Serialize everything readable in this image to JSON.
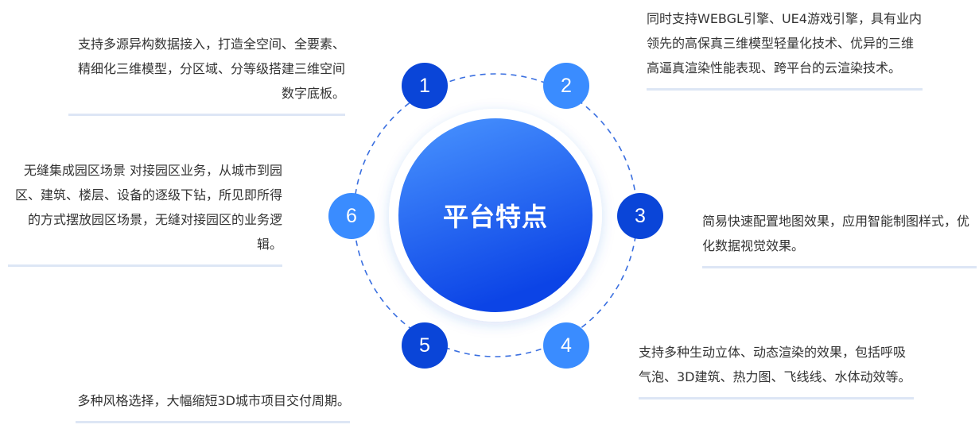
{
  "title": "平台特点",
  "colors": {
    "dark_node": "#0a45d8",
    "light_node": "#3a8cff",
    "ring": "#3a6fe0",
    "underline": "#dde6f5",
    "text": "#333333",
    "center_top": "#3f8cff",
    "center_bottom": "#0d47e8"
  },
  "features": [
    {
      "id": "1",
      "text": "支持多源异构数据接入，打造全空间、全要素、精细化三维模型，分区域、分等级搭建三维空间数字底板。"
    },
    {
      "id": "2",
      "text": "同时支持WEBGL引擎、UE4游戏引擎，具有业内领先的高保真三维模型轻量化技术、优异的三维高逼真渲染性能表现、跨平台的云渲染技术。"
    },
    {
      "id": "3",
      "text": "简易快速配置地图效果，应用智能制图样式，优化数据视觉效果。"
    },
    {
      "id": "4",
      "text": "支持多种生动立体、动态渲染的效果，包括呼吸气泡、3D建筑、热力图、飞线线、水体动效等。"
    },
    {
      "id": "5",
      "text": "多种风格选择，大幅缩短3D城市项目交付周期。"
    },
    {
      "id": "6",
      "text": "无缝集成园区场景 对接园区业务，从城市到园区、建筑、楼层、设备的逐级下钻，所见即所得的方式摆放园区场景，无缝对接园区的业务逻辑。"
    }
  ]
}
